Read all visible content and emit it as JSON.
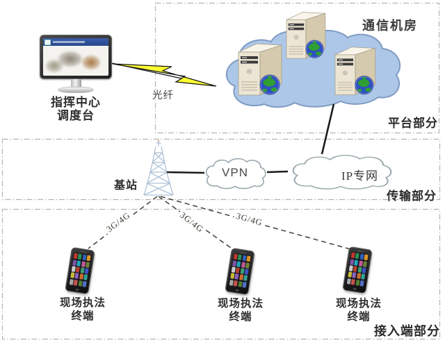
{
  "sections": {
    "platform": {
      "label": "平台部分"
    },
    "transmission": {
      "label": "传输部分"
    },
    "access": {
      "label": "接入端部分"
    }
  },
  "nodes": {
    "dispatch_console": {
      "line1": "指挥中心",
      "line2": "调度台"
    },
    "comm_room": {
      "label": "通信机房"
    },
    "base_station": {
      "label": "基站"
    },
    "vpn": {
      "label": "VPN"
    },
    "ip_network": {
      "label": "IP专网"
    },
    "terminals": [
      {
        "line1": "现场执法",
        "line2": "终端"
      },
      {
        "line1": "现场执法",
        "line2": "终端"
      },
      {
        "line1": "现场执法",
        "line2": "终端"
      }
    ]
  },
  "links": {
    "fiber_label": "光纤",
    "wireless": [
      {
        "label": "3G/4G"
      },
      {
        "label": "3G/4G"
      },
      {
        "label": "3G/4G"
      }
    ]
  },
  "colors": {
    "text_dark": "#2e2e2e",
    "section_border": "#b3b3b3",
    "platform_cloud_fill": "#adc7e8",
    "platform_cloud_stroke": "#7d9bc2",
    "lightning_fill": "#fdfd32",
    "line_black": "#1a1a1a",
    "wireless_dash": "#4c473f",
    "small_cloud_stroke": "#9aa8ad",
    "tower_blue": "#aec2d6",
    "server_front": "#ece5d3",
    "server_side": "#d5caae",
    "server_top": "#f8f4e9",
    "server_slot": "#3a3a3a",
    "globe_ocean": "#2e4fc4",
    "globe_land": "#2f9e33",
    "monitor_header": "#3a5ca8"
  }
}
